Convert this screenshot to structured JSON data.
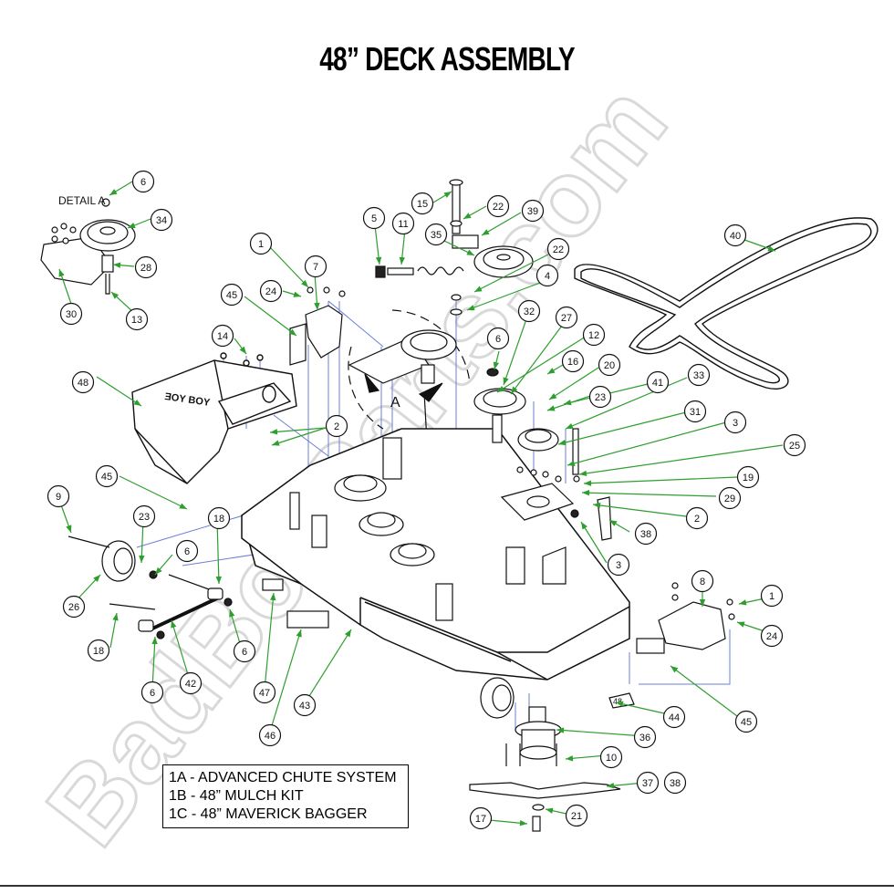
{
  "title": "48” DECK ASSEMBLY",
  "detail_label": "DETAIL A",
  "detail_marker": "A",
  "watermark": "BadBoyParts.com",
  "legend": [
    "1A - ADVANCED CHUTE SYSTEM",
    "1B - 48” MULCH KIT",
    "1C - 48” MAVERICK BAGGER"
  ],
  "callouts": [
    {
      "id": "c6a",
      "label": "6"
    },
    {
      "id": "c34",
      "label": "34"
    },
    {
      "id": "c28",
      "label": "28"
    },
    {
      "id": "c30",
      "label": "30"
    },
    {
      "id": "c13",
      "label": "13"
    },
    {
      "id": "c15",
      "label": "15"
    },
    {
      "id": "c22a",
      "label": "22"
    },
    {
      "id": "c39",
      "label": "39"
    },
    {
      "id": "c5",
      "label": "5"
    },
    {
      "id": "c11",
      "label": "11"
    },
    {
      "id": "c35",
      "label": "35"
    },
    {
      "id": "c22b",
      "label": "22"
    },
    {
      "id": "c4",
      "label": "4"
    },
    {
      "id": "c40",
      "label": "40"
    },
    {
      "id": "c1a",
      "label": "1"
    },
    {
      "id": "c7",
      "label": "7"
    },
    {
      "id": "c24a",
      "label": "24"
    },
    {
      "id": "c45a",
      "label": "45"
    },
    {
      "id": "c32",
      "label": "32"
    },
    {
      "id": "c27",
      "label": "27"
    },
    {
      "id": "c12",
      "label": "12"
    },
    {
      "id": "c6b",
      "label": "6"
    },
    {
      "id": "c16",
      "label": "16"
    },
    {
      "id": "c20",
      "label": "20"
    },
    {
      "id": "c23a",
      "label": "23"
    },
    {
      "id": "c41",
      "label": "41"
    },
    {
      "id": "c33",
      "label": "33"
    },
    {
      "id": "c31",
      "label": "31"
    },
    {
      "id": "c3a",
      "label": "3"
    },
    {
      "id": "c25",
      "label": "25"
    },
    {
      "id": "c19",
      "label": "19"
    },
    {
      "id": "c29",
      "label": "29"
    },
    {
      "id": "c2a",
      "label": "2"
    },
    {
      "id": "c38a",
      "label": "38"
    },
    {
      "id": "c3b",
      "label": "3"
    },
    {
      "id": "c14",
      "label": "14"
    },
    {
      "id": "c48",
      "label": "48"
    },
    {
      "id": "c2b",
      "label": "2"
    },
    {
      "id": "c45b",
      "label": "45"
    },
    {
      "id": "c9",
      "label": "9"
    },
    {
      "id": "c23b",
      "label": "23"
    },
    {
      "id": "c18a",
      "label": "18"
    },
    {
      "id": "c6c",
      "label": "6"
    },
    {
      "id": "c26",
      "label": "26"
    },
    {
      "id": "c18b",
      "label": "18"
    },
    {
      "id": "c6d",
      "label": "6"
    },
    {
      "id": "c42",
      "label": "42"
    },
    {
      "id": "c6e",
      "label": "6"
    },
    {
      "id": "c47",
      "label": "47"
    },
    {
      "id": "c46",
      "label": "46"
    },
    {
      "id": "c43",
      "label": "43"
    },
    {
      "id": "c8",
      "label": "8"
    },
    {
      "id": "c1b",
      "label": "1"
    },
    {
      "id": "c24b",
      "label": "24"
    },
    {
      "id": "c45c",
      "label": "45"
    },
    {
      "id": "c44",
      "label": "44"
    },
    {
      "id": "c36",
      "label": "36"
    },
    {
      "id": "c10",
      "label": "10"
    },
    {
      "id": "c37",
      "label": "37"
    },
    {
      "id": "c38b",
      "label": "38"
    },
    {
      "id": "c17",
      "label": "17"
    },
    {
      "id": "c21",
      "label": "21"
    }
  ],
  "colors": {
    "leader": "#2e9e2e",
    "ink": "#111111",
    "hidden": "#6a7fd6",
    "watermark": "#d8d8d8"
  }
}
